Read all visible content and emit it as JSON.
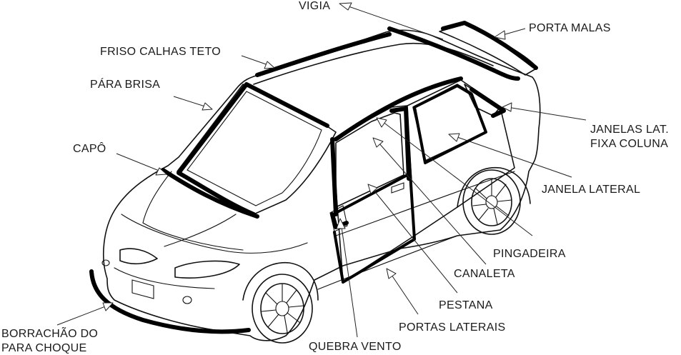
{
  "labels": {
    "vigia": "VIGIA",
    "porta_malas": "PORTA MALAS",
    "friso_calhas_teto": "FRISO CALHAS TETO",
    "para_brisa": "PÁRA BRISA",
    "capo": "CAPÔ",
    "janelas_lat_1": "JANELAS LAT.",
    "janelas_lat_2": "FIXA COLUNA",
    "janela_lateral": "JANELA LATERAL",
    "pingadeira": "PINGADEIRA",
    "canaleta": "CANALETA",
    "pestana": "PESTANA",
    "portas_laterais": "PORTAS LATERAIS",
    "quebra_vento": "QUEBRA VENTO",
    "borrachao_1": "BORRACHÃO DO",
    "borrachao_2": "PARA CHOQUE"
  },
  "colors": {
    "line": "#111111",
    "background": "#ffffff"
  }
}
